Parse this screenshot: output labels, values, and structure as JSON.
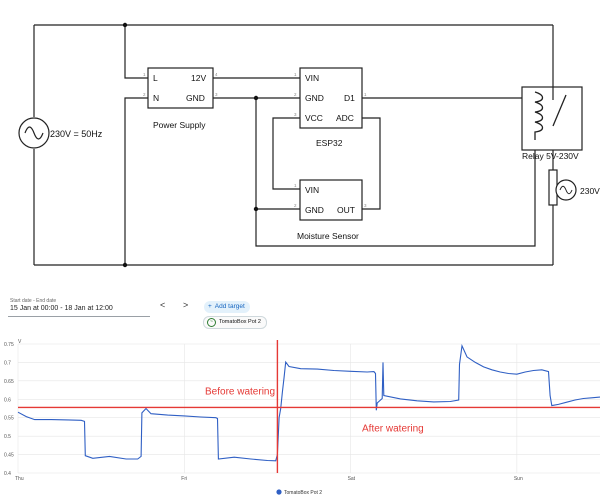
{
  "circuit": {
    "source_label": "230V = 50Hz",
    "power_supply": {
      "name": "Power Supply",
      "pins": {
        "l": "L",
        "n": "N",
        "out_pos": "12V",
        "out_gnd": "GND"
      },
      "pin_numbers": [
        "1",
        "2",
        "4",
        "3"
      ]
    },
    "esp32": {
      "name": "ESP32",
      "pins": {
        "vin": "VIN",
        "gnd": "GND",
        "vcc": "VCC",
        "d1": "D1",
        "adc": "ADC"
      },
      "pin_numbers": [
        "1",
        "2",
        "3",
        "1"
      ]
    },
    "moisture_sensor": {
      "name": "Moisture Sensor",
      "pins": {
        "vin": "VIN",
        "gnd": "GND",
        "out": "OUT"
      },
      "pin_numbers": [
        "1",
        "2",
        "3"
      ]
    },
    "relay_label": "Relay 5V-230V",
    "load_label": "230V"
  },
  "dashboard": {
    "start_date_label": "Start date - End date",
    "date_range": "15 Jan at 00:00 - 18 Jan at 12:00",
    "prev_icon": "chevron-left-icon",
    "next_icon": "chevron-right-icon",
    "prev_label": "<",
    "next_label": ">",
    "add_target": "Add target",
    "chip_label": "TomatoBox Pot 2",
    "colors": {
      "series": "#2f5fc4",
      "marker": "#e53935",
      "accent": "#1565c0"
    }
  },
  "chart_data": {
    "type": "line",
    "ylabel": "V",
    "ylim": [
      0.4,
      0.75
    ],
    "yticks": [
      "0.4",
      "0.45",
      "0.5",
      "0.55",
      "0.6",
      "0.65",
      "0.7",
      "0.75"
    ],
    "xlim": [
      0,
      3.5
    ],
    "xticks": [
      {
        "label": "Thu",
        "value": 0
      },
      {
        "label": "Fri",
        "value": 1
      },
      {
        "label": "Sat",
        "value": 2
      },
      {
        "label": "Sun",
        "value": 3
      }
    ],
    "grid": true,
    "legend": "bottom-center",
    "threshold": {
      "value": 0.578,
      "above_label": "Before watering",
      "below_label": "After watering"
    },
    "watering_marker_x": 1.56,
    "series": [
      {
        "name": "TomatoBox Pot 2",
        "points": [
          [
            0.0,
            0.565
          ],
          [
            0.05,
            0.553
          ],
          [
            0.1,
            0.545
          ],
          [
            0.2,
            0.545
          ],
          [
            0.3,
            0.544
          ],
          [
            0.38,
            0.543
          ],
          [
            0.4,
            0.54
          ],
          [
            0.405,
            0.447
          ],
          [
            0.45,
            0.44
          ],
          [
            0.55,
            0.445
          ],
          [
            0.65,
            0.438
          ],
          [
            0.72,
            0.438
          ],
          [
            0.74,
            0.445
          ],
          [
            0.745,
            0.563
          ],
          [
            0.77,
            0.575
          ],
          [
            0.8,
            0.561
          ],
          [
            0.9,
            0.557
          ],
          [
            1.0,
            0.555
          ],
          [
            1.1,
            0.552
          ],
          [
            1.19,
            0.55
          ],
          [
            1.2,
            0.548
          ],
          [
            1.205,
            0.438
          ],
          [
            1.3,
            0.443
          ],
          [
            1.4,
            0.438
          ],
          [
            1.5,
            0.434
          ],
          [
            1.55,
            0.433
          ],
          [
            1.56,
            0.45
          ],
          [
            1.57,
            0.55
          ],
          [
            1.58,
            0.575
          ],
          [
            1.59,
            0.62
          ],
          [
            1.6,
            0.66
          ],
          [
            1.61,
            0.701
          ],
          [
            1.63,
            0.689
          ],
          [
            1.7,
            0.683
          ],
          [
            1.8,
            0.682
          ],
          [
            1.9,
            0.678
          ],
          [
            2.0,
            0.676
          ],
          [
            2.1,
            0.674
          ],
          [
            2.14,
            0.675
          ],
          [
            2.15,
            0.67
          ],
          [
            2.155,
            0.57
          ],
          [
            2.16,
            0.59
          ],
          [
            2.19,
            0.602
          ],
          [
            2.195,
            0.7
          ],
          [
            2.2,
            0.61
          ],
          [
            2.3,
            0.601
          ],
          [
            2.4,
            0.596
          ],
          [
            2.5,
            0.593
          ],
          [
            2.6,
            0.594
          ],
          [
            2.65,
            0.598
          ],
          [
            2.655,
            0.695
          ],
          [
            2.67,
            0.745
          ],
          [
            2.7,
            0.715
          ],
          [
            2.75,
            0.7
          ],
          [
            2.8,
            0.688
          ],
          [
            2.85,
            0.68
          ],
          [
            2.9,
            0.674
          ],
          [
            2.95,
            0.67
          ],
          [
            3.0,
            0.668
          ],
          [
            3.05,
            0.674
          ],
          [
            3.1,
            0.678
          ],
          [
            3.15,
            0.68
          ],
          [
            3.19,
            0.675
          ],
          [
            3.2,
            0.61
          ],
          [
            3.21,
            0.583
          ],
          [
            3.25,
            0.586
          ],
          [
            3.3,
            0.592
          ],
          [
            3.35,
            0.598
          ],
          [
            3.4,
            0.602
          ],
          [
            3.45,
            0.604
          ],
          [
            3.5,
            0.606
          ]
        ]
      }
    ]
  }
}
